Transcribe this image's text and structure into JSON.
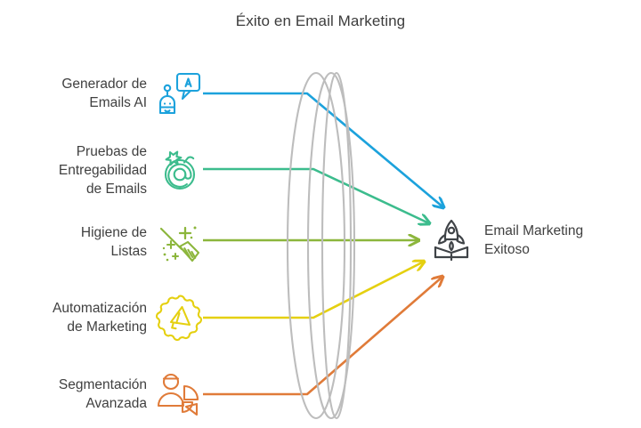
{
  "title": "Éxito en Email Marketing",
  "colors": {
    "text": "#404040",
    "lens": "#bdbdbd",
    "target_icon": "#3f4347",
    "item_1": "#1CA2DC",
    "item_2": "#3CBC8D",
    "item_3": "#8CB63C",
    "item_4": "#E5D010",
    "item_5": "#E07B39"
  },
  "items": [
    {
      "label": "Generador de\nEmails AI",
      "icon": "robot-chat-bubble-icon",
      "color": "#1CA2DC"
    },
    {
      "label": "Pruebas de\nEntregabilidad\nde Emails",
      "icon": "at-sign-bomb-icon",
      "color": "#3CBC8D"
    },
    {
      "label": "Higiene de\nListas",
      "icon": "broom-sparkle-icon",
      "color": "#8CB63C"
    },
    {
      "label": "Automatización\nde Marketing",
      "icon": "megaphone-badge-icon",
      "color": "#E5D010"
    },
    {
      "label": "Segmentación\nAvanzada",
      "icon": "person-pie-chart-icon",
      "color": "#E07B39"
    }
  ],
  "target": {
    "label": "Email Marketing\nExitoso",
    "icon": "rocket-launch-icon",
    "color": "#3f4347"
  },
  "chart_data": {
    "type": "diagram",
    "layout": "converging-arrows-through-lens",
    "title": "Éxito en Email Marketing",
    "source_nodes": [
      "Generador de Emails AI",
      "Pruebas de Entregabilidad de Emails",
      "Higiene de Listas",
      "Automatización de Marketing",
      "Segmentación Avanzada"
    ],
    "target_node": "Email Marketing Exitoso",
    "connector_colors": [
      "#1CA2DC",
      "#3CBC8D",
      "#8CB63C",
      "#E5D010",
      "#E07B39"
    ]
  }
}
